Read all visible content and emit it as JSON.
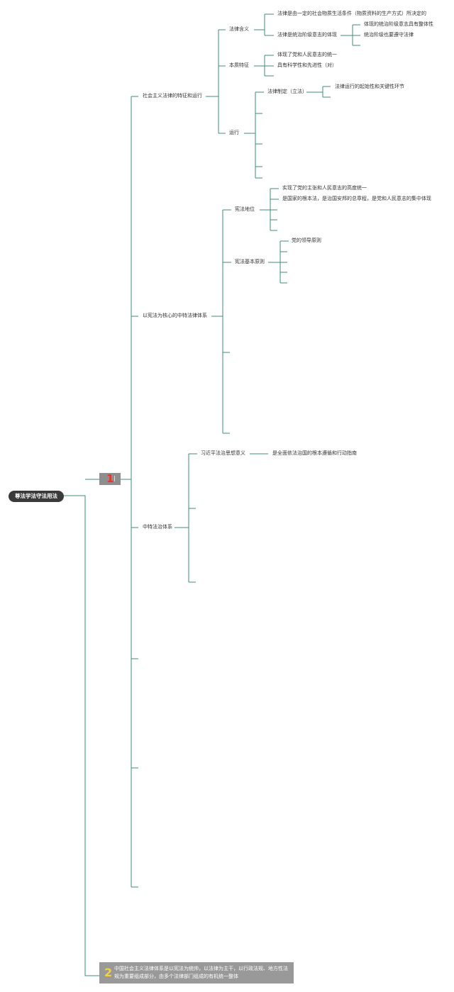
{
  "root": {
    "label": "尊法学法守法用法"
  },
  "badge1": {
    "number": "1"
  },
  "badge2": {
    "number": "2",
    "text": "中国社会主义法律体系是以宪法为统帅，以法律为主干，以行政法规、地方性法规为重要组成部分，由多个法律部门组成的有机统一整体"
  },
  "colors": {
    "line": "#3e8f76",
    "root_bg": "#3a3a3a",
    "badge_bg": "#8e8e8e",
    "box2_bg": "#999999",
    "num1": "#e8342c",
    "num2": "#f3d23c"
  },
  "sections": {
    "s1": {
      "title": "社会主义法律的特征和运行",
      "falv_hanyi": {
        "label": "法律含义",
        "item1": "法律是由一定的社会物质生活条件（物质资料的生产方式）所决定的",
        "item2": "法律是统治阶级意志的体现",
        "sub1": "体现的统治阶级意志具有整体性",
        "sub2": "统治阶级也要遵守法律"
      },
      "benzhi": {
        "label": "本质特征",
        "item1": "体现了党和人民意志的统一",
        "item2": "具有科学性和先进性（对）"
      },
      "yunxing": {
        "label": "运行",
        "zhiding": "法律制定（立法）",
        "zhiding_sub": "法律运行的起始性和关键性环节"
      }
    },
    "s2": {
      "title": "以宪法为核心的中特法律体系",
      "diwei": {
        "label": "宪法地位",
        "item1": "实现了党的主张和人民意志的高度统一",
        "item2": "是国家的根本法，是治国安邦的总章程，是党和人民意志的集中体现"
      },
      "yuanze": {
        "label": "宪法基本原则",
        "item1": "党的领导原则"
      }
    },
    "s3": {
      "title": "中特法治体系",
      "xi": {
        "label": "习近平法治思想意义",
        "item1": "是全面依法治国的根本遵循和行动指南"
      }
    }
  }
}
